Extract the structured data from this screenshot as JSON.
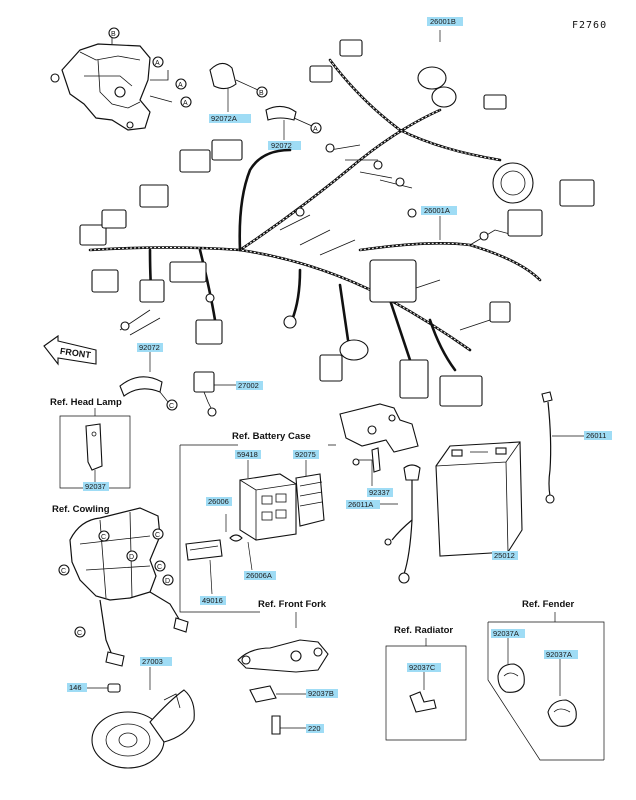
{
  "figure_id": "F2760",
  "front_label": "FRONT",
  "parts": {
    "p26001B": "26001B",
    "p92072A": "92072A",
    "p92072_top": "92072",
    "p26001A": "26001A",
    "p92072_mid": "92072",
    "p27002": "27002",
    "p92037": "92037",
    "p59418": "59418",
    "p92075": "92075",
    "p26006": "26006",
    "p26006A": "26006A",
    "p49016": "49016",
    "p92337": "92337",
    "p26011A": "26011A",
    "p26011": "26011",
    "p25012": "25012",
    "p92037B": "92037B",
    "p220": "220",
    "p27003": "27003",
    "p146": "146",
    "p92037C": "92037C",
    "p92037A_left": "92037A",
    "p92037A_right": "92037A"
  },
  "refs": {
    "head_lamp": "Ref. Head Lamp",
    "cowling": "Ref. Cowling",
    "battery_case": "Ref. Battery Case",
    "front_fork": "Ref. Front Fork",
    "radiator": "Ref. Radiator",
    "fender": "Ref. Fender"
  },
  "callouts": {
    "a": "A",
    "b": "B",
    "c": "C",
    "d": "D"
  }
}
